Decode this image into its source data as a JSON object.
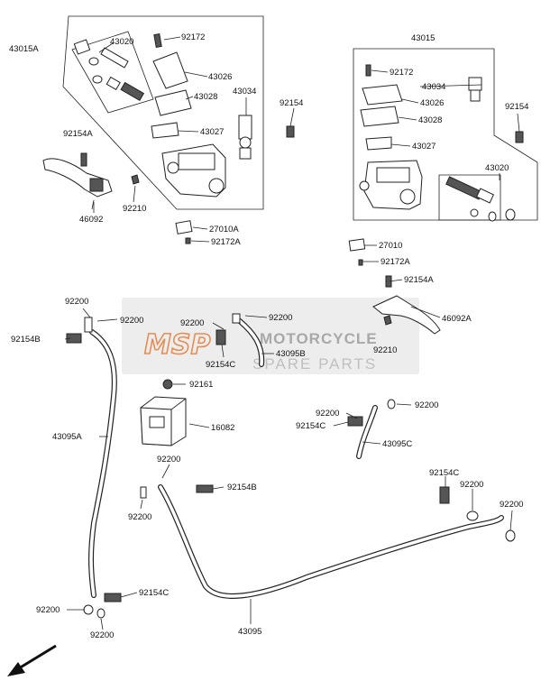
{
  "watermark": {
    "logo": "MSP",
    "title": "MOTORCYCLE",
    "subtitle": "SPARE PARTS"
  },
  "labels": {
    "l43015A": "43015A",
    "l43020_left": "43020",
    "l92172_left": "92172",
    "l43026_left": "43026",
    "l43028_left": "43028",
    "l43034_left": "43034",
    "l43027_left": "43027",
    "l92154": "92154",
    "l92154A_left": "92154A",
    "l46092": "46092",
    "l92210_left": "92210",
    "l27010A": "27010A",
    "l92172A_left": "92172A",
    "l43015": "43015",
    "l92172_right": "92172",
    "l43034_right": "43034",
    "l43026_right": "43026",
    "l92154_right": "92154",
    "l43028_right": "43028",
    "l43027_right": "43027",
    "l43020_right": "43020",
    "l27010": "27010",
    "l92172A_right": "92172A",
    "l92154A_right": "92154A",
    "l46092A": "46092A",
    "l92210_right": "92210",
    "l92200_a": "92200",
    "l92200_b": "92200",
    "l92154B_left": "92154B",
    "l92200_c": "92200",
    "l92200_d": "92200",
    "l92154C_mid": "92154C",
    "l43095B": "43095B",
    "l92161": "92161",
    "l16082": "16082",
    "l43095A": "43095A",
    "l92200_e": "92200",
    "l92200_f": "92200",
    "l92154C_right": "92154C",
    "l43095C": "43095C",
    "l92200_g": "92200",
    "l92154B_mid": "92154B",
    "l92200_h": "92200",
    "l92154C_far": "92154C",
    "l92200_i": "92200",
    "l92200_j": "92200",
    "l92154C_bottom": "92154C",
    "l92200_k": "92200",
    "l92200_l": "92200",
    "l43095": "43095"
  }
}
